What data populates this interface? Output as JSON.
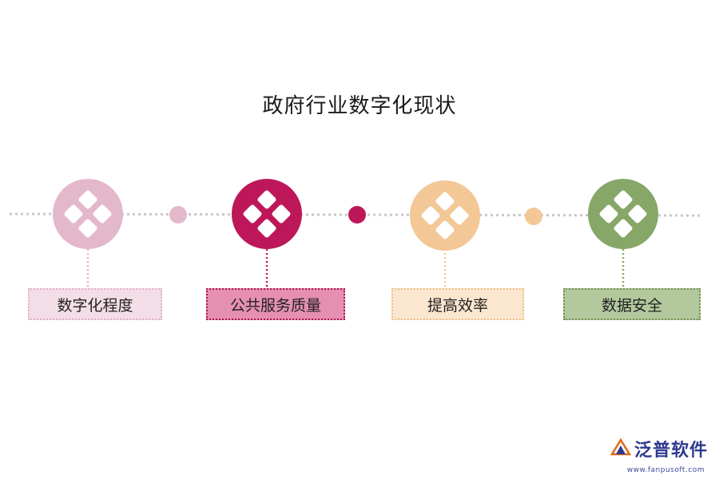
{
  "title": "政府行业数字化现状",
  "steps": [
    {
      "label": "数字化程度",
      "color": "#e4b8cb",
      "box_fill": "#f3dde7",
      "box_border": "#e0b2c6"
    },
    {
      "label": "公共服务质量",
      "color": "#bd175a",
      "box_fill": "#e58fb1",
      "box_border": "#a8154f"
    },
    {
      "label": "提高效率",
      "color": "#f3c896",
      "box_fill": "#fbe6cf",
      "box_border": "#efc089"
    },
    {
      "label": "数据安全",
      "color": "#86a768",
      "box_fill": "#b3c99d",
      "box_border": "#6f9052"
    }
  ],
  "connectors": [
    "#e4b8cb",
    "#bd175a",
    "#f3c896"
  ],
  "logo": {
    "name": "泛普软件",
    "url": "www.fanpusoft.com"
  }
}
